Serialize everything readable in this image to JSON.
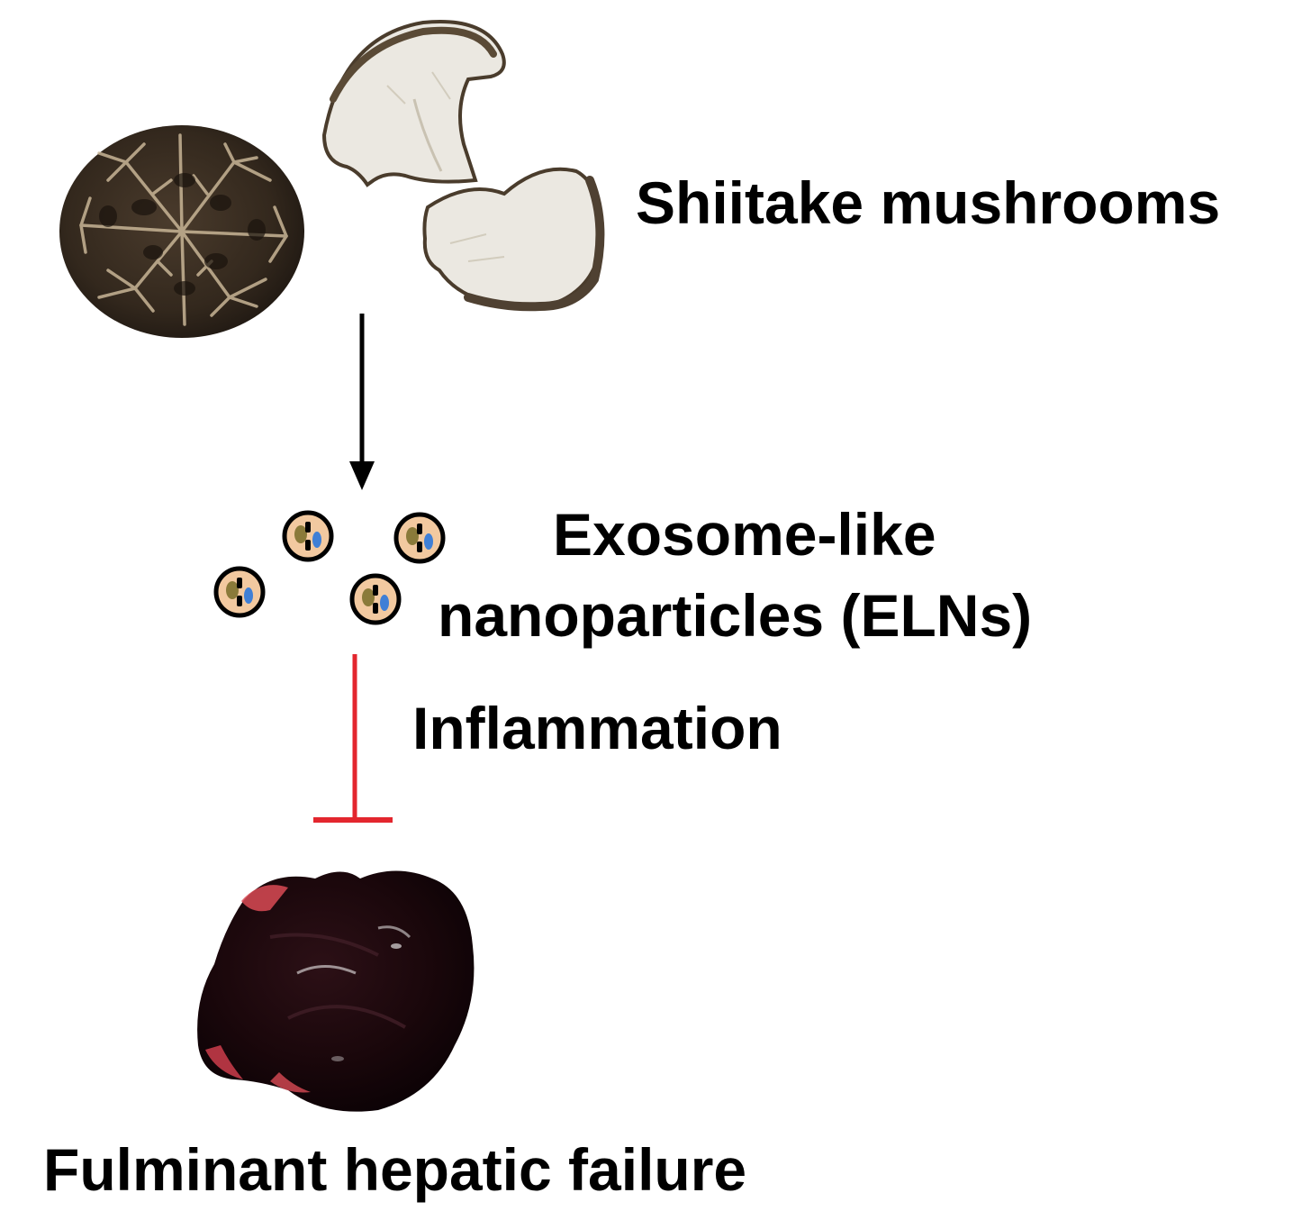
{
  "labels": {
    "source": "Shiitake mushrooms",
    "eln_line1": "Exosome-like",
    "eln_line2": "nanoparticles (ELNs)",
    "effect": "Inflammation",
    "target": "Fulminant hepatic failure"
  },
  "colors": {
    "text": "#000000",
    "arrow": "#000000",
    "inhibition": "#e3262e",
    "mushroom_cap": "#3a2e22",
    "mushroom_flesh": "#ece9e2",
    "vesicle_fill": "#f2c9a0",
    "vesicle_olive": "#8a7a3a",
    "vesicle_blue": "#3f7fd6",
    "liver_dark": "#1c0a0e",
    "liver_red": "#d94a55"
  },
  "icons": {
    "mushroom_cap": "mushroom-cap-icon",
    "mushroom_halves": "mushroom-halves-icon",
    "vesicle": "vesicle-icon",
    "liver": "liver-icon"
  }
}
